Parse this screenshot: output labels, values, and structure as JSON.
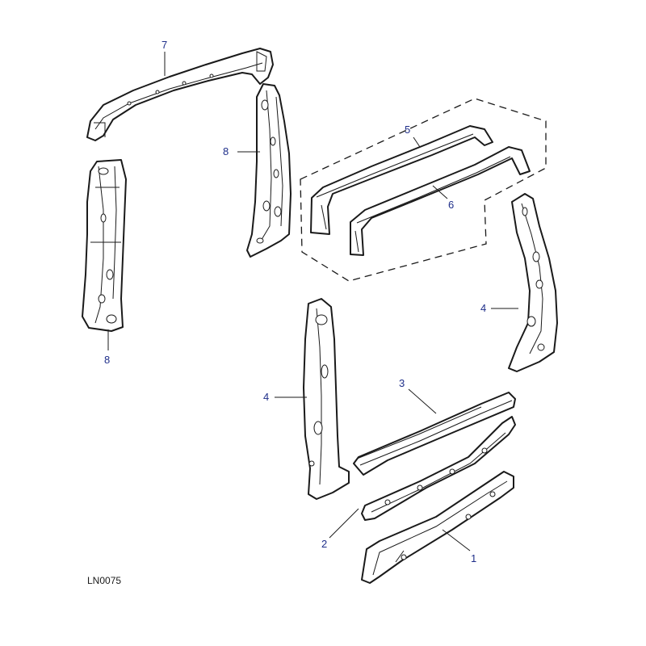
{
  "diagram": {
    "reference_code": "LN0075",
    "callouts": {
      "part_1": "1",
      "part_2": "2",
      "part_3": "3",
      "part_4_left": "4",
      "part_4_right": "4",
      "part_5": "5",
      "part_6": "6",
      "part_7": "7",
      "part_8_upper": "8",
      "part_8_lower": "8"
    },
    "colors": {
      "callout_text": "#1f2f8a",
      "line_art": "#1a1a1a",
      "background": "#ffffff"
    }
  }
}
